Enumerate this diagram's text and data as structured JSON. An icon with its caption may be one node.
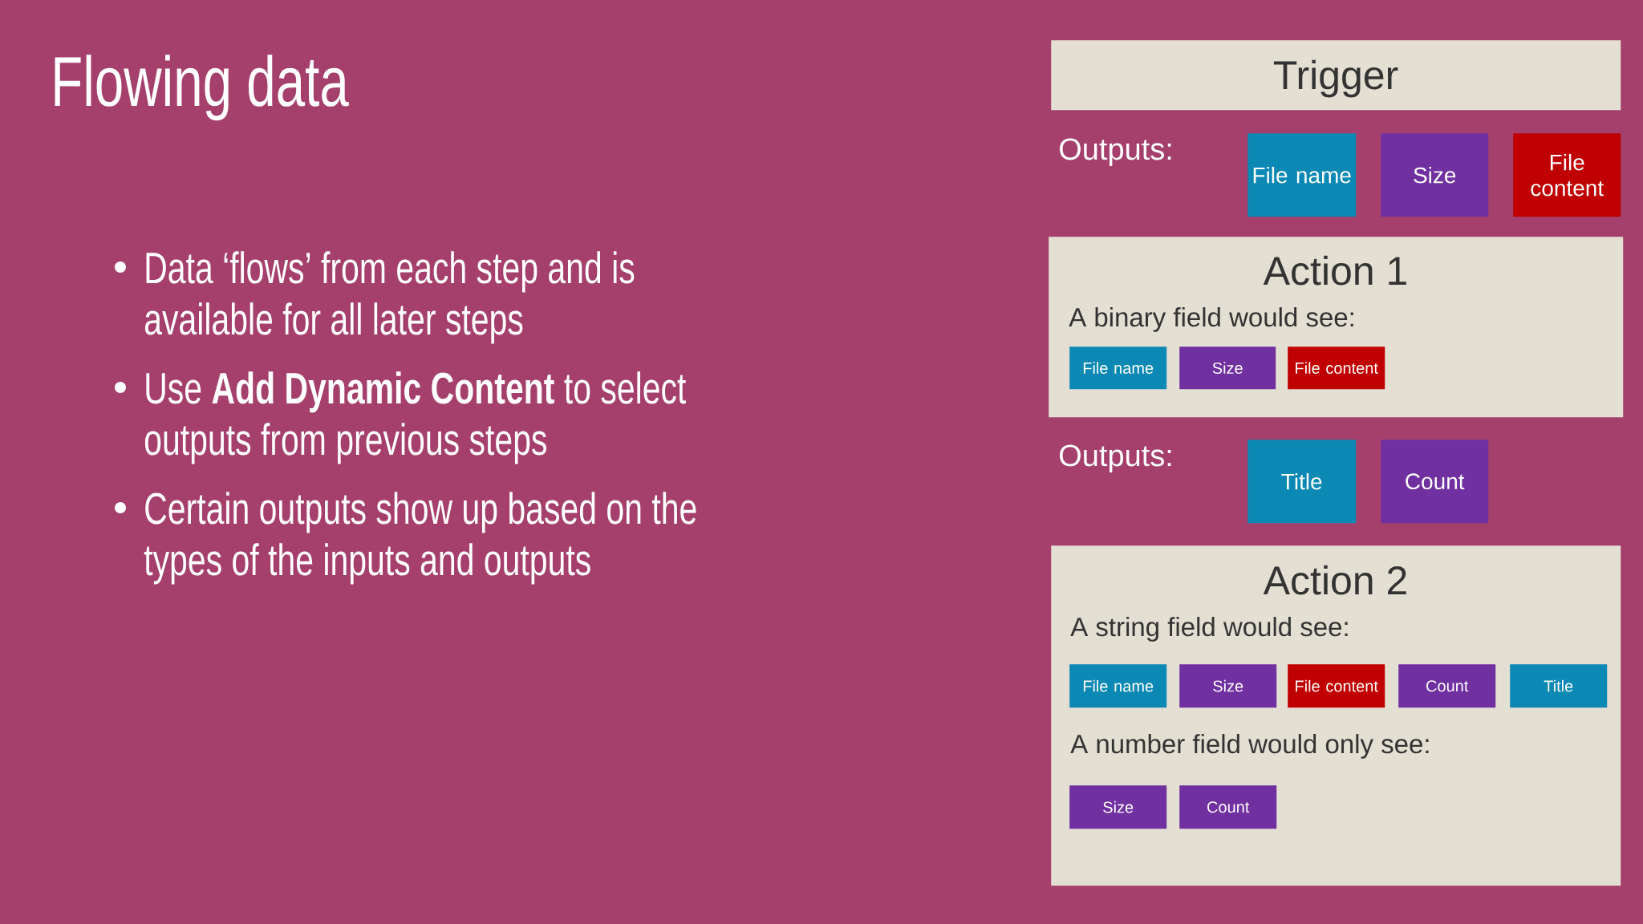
{
  "diagram": {
    "title": "Flowing data",
    "nodes": [
      {
        "text": [
          "Trigger"
        ]
      },
      {
        "text": [
          "File name"
        ]
      },
      {
        "text": [
          "Size"
        ]
      },
      {
        "text": [
          "File content"
        ]
      },
      {
        "text": [
          "Action 1",
          "A binary field would see:"
        ]
      },
      {
        "text": [
          "File name"
        ],
        "in": 4
      },
      {
        "text": [
          "Size"
        ],
        "in": 4
      },
      {
        "text": [
          "File content"
        ],
        "in": 4
      },
      {
        "text": [
          "Title"
        ]
      },
      {
        "text": [
          "Count"
        ]
      },
      {
        "text": [
          "Action 2",
          "A string field would see:",
          "A number field would only see:"
        ]
      },
      {
        "text": [
          "File name"
        ],
        "in": 10
      },
      {
        "text": [
          "Size"
        ],
        "in": 10
      },
      {
        "text": [
          "File content"
        ],
        "in": 10
      },
      {
        "text": [
          "Count"
        ],
        "in": 10
      },
      {
        "text": [
          "Title"
        ],
        "in": 10
      },
      {
        "text": [
          "Size"
        ],
        "in": 10
      },
      {
        "text": [
          "Count"
        ],
        "in": 10
      }
    ],
    "labels": [
      "Data ‘flows’ from each step and is available for all later steps",
      "Use **Add Dynamic Content** to select outputs from previous steps",
      "Certain outputs show up based on the types of the inputs and outputs",
      "Outputs:",
      "Outputs:"
    ]
  }
}
